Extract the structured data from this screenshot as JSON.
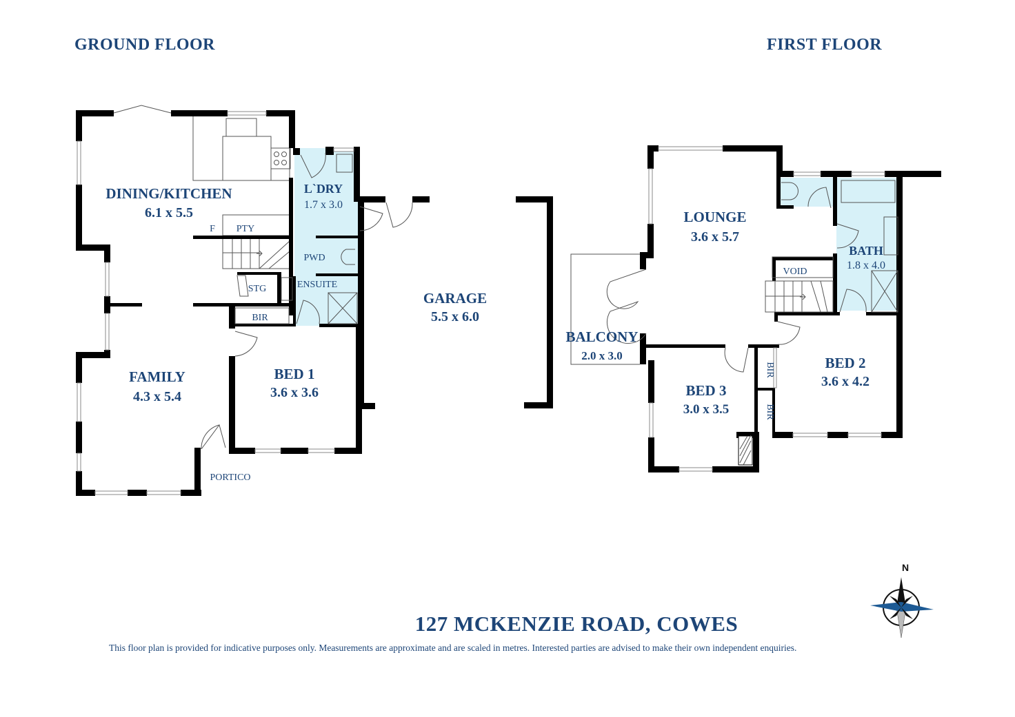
{
  "floors": {
    "ground": {
      "title": "GROUND FLOOR",
      "rooms": {
        "dining_kitchen": {
          "name": "DINING/KITCHEN",
          "dims": "6.1 x 5.5"
        },
        "laundry": {
          "name": "L`DRY",
          "dims": "1.7 x 3.0"
        },
        "family": {
          "name": "FAMILY",
          "dims": "4.3 x 5.4"
        },
        "bed1": {
          "name": "BED 1",
          "dims": "3.6 x 3.6"
        },
        "garage": {
          "name": "GARAGE",
          "dims": "5.5 x 6.0"
        }
      },
      "labels": {
        "fridge": "F",
        "pantry": "PTY",
        "powder": "PWD",
        "storage": "STG",
        "ensuite": "ENSUITE",
        "bir": "BIR",
        "portico": "PORTICO"
      }
    },
    "first": {
      "title": "FIRST FLOOR",
      "rooms": {
        "lounge": {
          "name": "LOUNGE",
          "dims": "3.6 x 5.7"
        },
        "bath": {
          "name": "BATH",
          "dims": "1.8 x 4.0"
        },
        "balcony": {
          "name": "BALCONY",
          "dims": "2.0 x 3.0"
        },
        "bed3": {
          "name": "BED 3",
          "dims": "3.0 x 3.5"
        },
        "bed2": {
          "name": "BED 2",
          "dims": "3.6 x 4.2"
        }
      },
      "labels": {
        "void": "VOID",
        "bir_a": "BIR",
        "bir_b": "BIR"
      }
    }
  },
  "address": "127 MCKENZIE ROAD, COWES",
  "disclaimer": "This floor plan is provided for indicative purposes only. Measurements are approximate and are scaled in metres. Interested parties are advised to make their own independent enquiries.",
  "compass": {
    "label": "N",
    "icon": "compass-rose-icon",
    "accent": "#1d5a94"
  },
  "colors": {
    "text": "#1d4577",
    "wet_area": "#d7f1f8",
    "wall": "#000000"
  }
}
